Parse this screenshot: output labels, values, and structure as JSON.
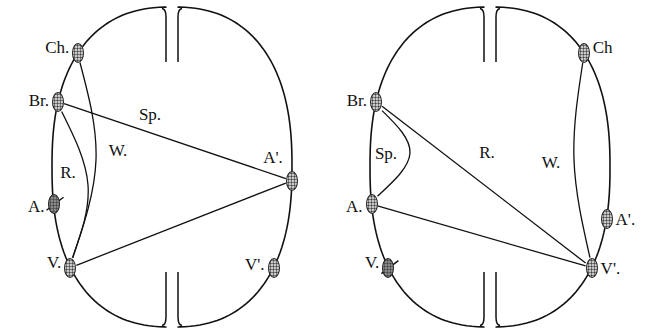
{
  "diagram": {
    "nodes": [
      {
        "text": [
          "Ch."
        ]
      },
      {
        "text": [
          "Br."
        ]
      },
      {
        "text": [
          "A."
        ]
      },
      {
        "text": [
          "A'."
        ]
      },
      {
        "text": [
          "V."
        ]
      },
      {
        "text": [
          "V'."
        ]
      },
      {
        "text": [
          "Br."
        ]
      },
      {
        "text": [
          "Ch"
        ]
      },
      {
        "text": [
          "A."
        ]
      },
      {
        "text": [
          "A'."
        ]
      },
      {
        "text": [
          "V."
        ]
      },
      {
        "text": [
          "V'."
        ]
      }
    ],
    "edges": [
      {
        "from": 0,
        "to": 4,
        "arrow": "none",
        "label": "W."
      },
      {
        "from": 1,
        "to": 4,
        "arrow": "none",
        "label": "R."
      },
      {
        "from": 1,
        "to": 3,
        "arrow": "none",
        "label": "Sp."
      },
      {
        "from": 4,
        "to": 3,
        "arrow": "none"
      },
      {
        "from": 6,
        "to": 8,
        "arrow": "none",
        "label": "Sp."
      },
      {
        "from": 6,
        "to": 11,
        "arrow": "none",
        "label": "R."
      },
      {
        "from": 7,
        "to": 11,
        "arrow": "none",
        "label": "W."
      },
      {
        "from": 8,
        "to": 11,
        "arrow": "none"
      }
    ]
  }
}
